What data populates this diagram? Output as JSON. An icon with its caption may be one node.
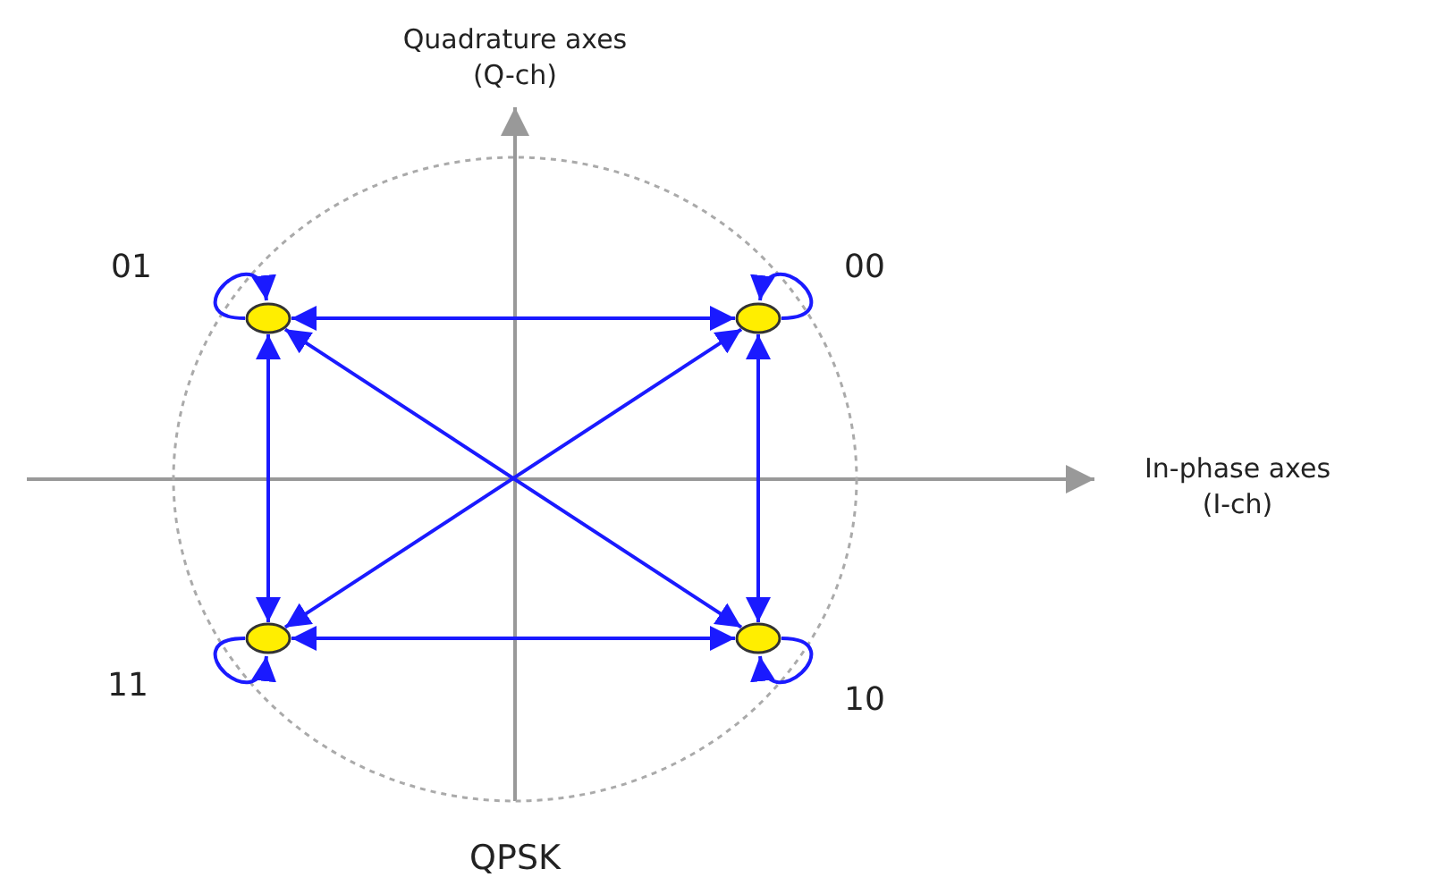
{
  "diagram": {
    "caption": "QPSK",
    "nodes": [
      {
        "text": [],
        "shape": "circle",
        "beside": [
          "01"
        ]
      },
      {
        "text": [],
        "shape": "circle",
        "beside": [
          "00"
        ]
      },
      {
        "text": [],
        "shape": "circle",
        "beside": [
          "11"
        ]
      },
      {
        "text": [],
        "shape": "circle",
        "beside": [
          "10"
        ]
      }
    ],
    "edges": [
      {
        "from": 0,
        "to": 0,
        "arrow": "to"
      },
      {
        "from": 1,
        "to": 1,
        "arrow": "to"
      },
      {
        "from": 2,
        "to": 2,
        "arrow": "to"
      },
      {
        "from": 3,
        "to": 3,
        "arrow": "to"
      },
      {
        "from": 0,
        "to": 1,
        "arrow": "both"
      },
      {
        "from": 0,
        "to": 2,
        "arrow": "both"
      },
      {
        "from": 1,
        "to": 3,
        "arrow": "both"
      },
      {
        "from": 2,
        "to": 3,
        "arrow": "both"
      },
      {
        "from": 0,
        "to": 3,
        "arrow": "both"
      },
      {
        "from": 1,
        "to": 2,
        "arrow": "both"
      }
    ],
    "labels": [
      "Quadrature axes (Q-ch)",
      "In-phase axes (I-ch)"
    ]
  }
}
